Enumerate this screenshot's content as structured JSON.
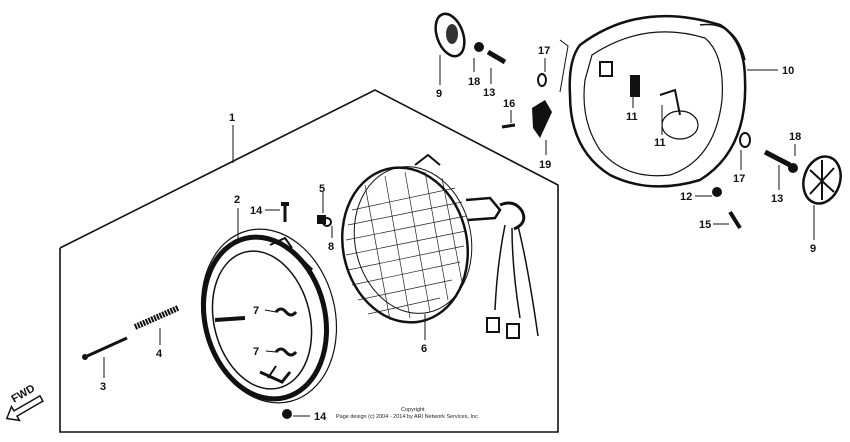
{
  "diagram": {
    "callouts": {
      "c1": "1",
      "c2": "2",
      "c3": "3",
      "c4": "4",
      "c5": "5",
      "c6": "6",
      "c7a": "7",
      "c7b": "7",
      "c8": "8",
      "c9a": "9",
      "c9b": "9",
      "c10": "10",
      "c11a": "11",
      "c11b": "11",
      "c12": "12",
      "c13a": "13",
      "c13b": "13",
      "c14a": "14",
      "c14b": "14",
      "c15": "15",
      "c16": "16",
      "c17a": "17",
      "c17b": "17",
      "c18a": "18",
      "c18b": "18",
      "c19": "19"
    },
    "fwd_label": "FWD",
    "copyright_line1": "Copyright",
    "copyright_line2": "Page design (c) 2004 - 2014 by ARI Network Services, Inc."
  }
}
